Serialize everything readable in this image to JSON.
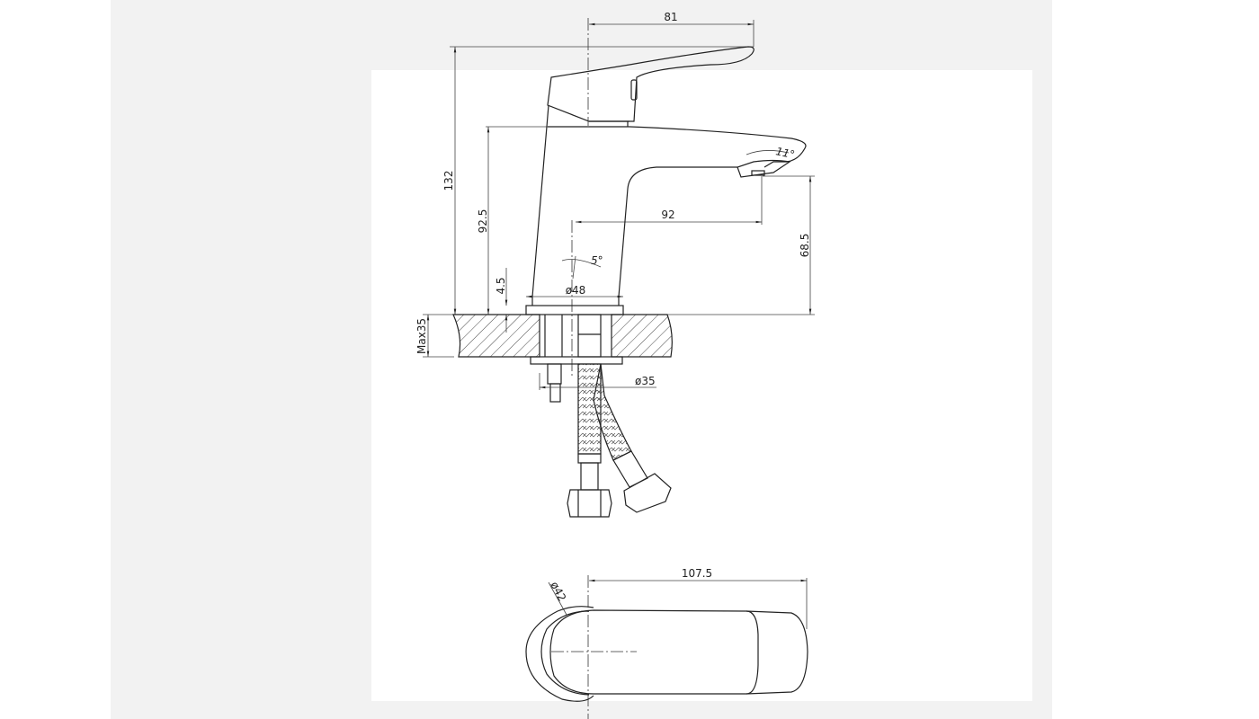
{
  "drawing": {
    "title": "Basin mixer tap dimension drawing",
    "dimensions": {
      "lever_reach": "81",
      "total_height": "132",
      "spout_top_height": "92.5",
      "base_thickness": "4.5",
      "max_countertop": "Max35",
      "spout_reach": "92",
      "outlet_height": "68.5",
      "base_diameter": "ø48",
      "spout_angle": "11°",
      "body_angle": "5°",
      "hole_diameter": "ø35",
      "top_length": "107.5",
      "top_diameter": "ø42"
    }
  }
}
